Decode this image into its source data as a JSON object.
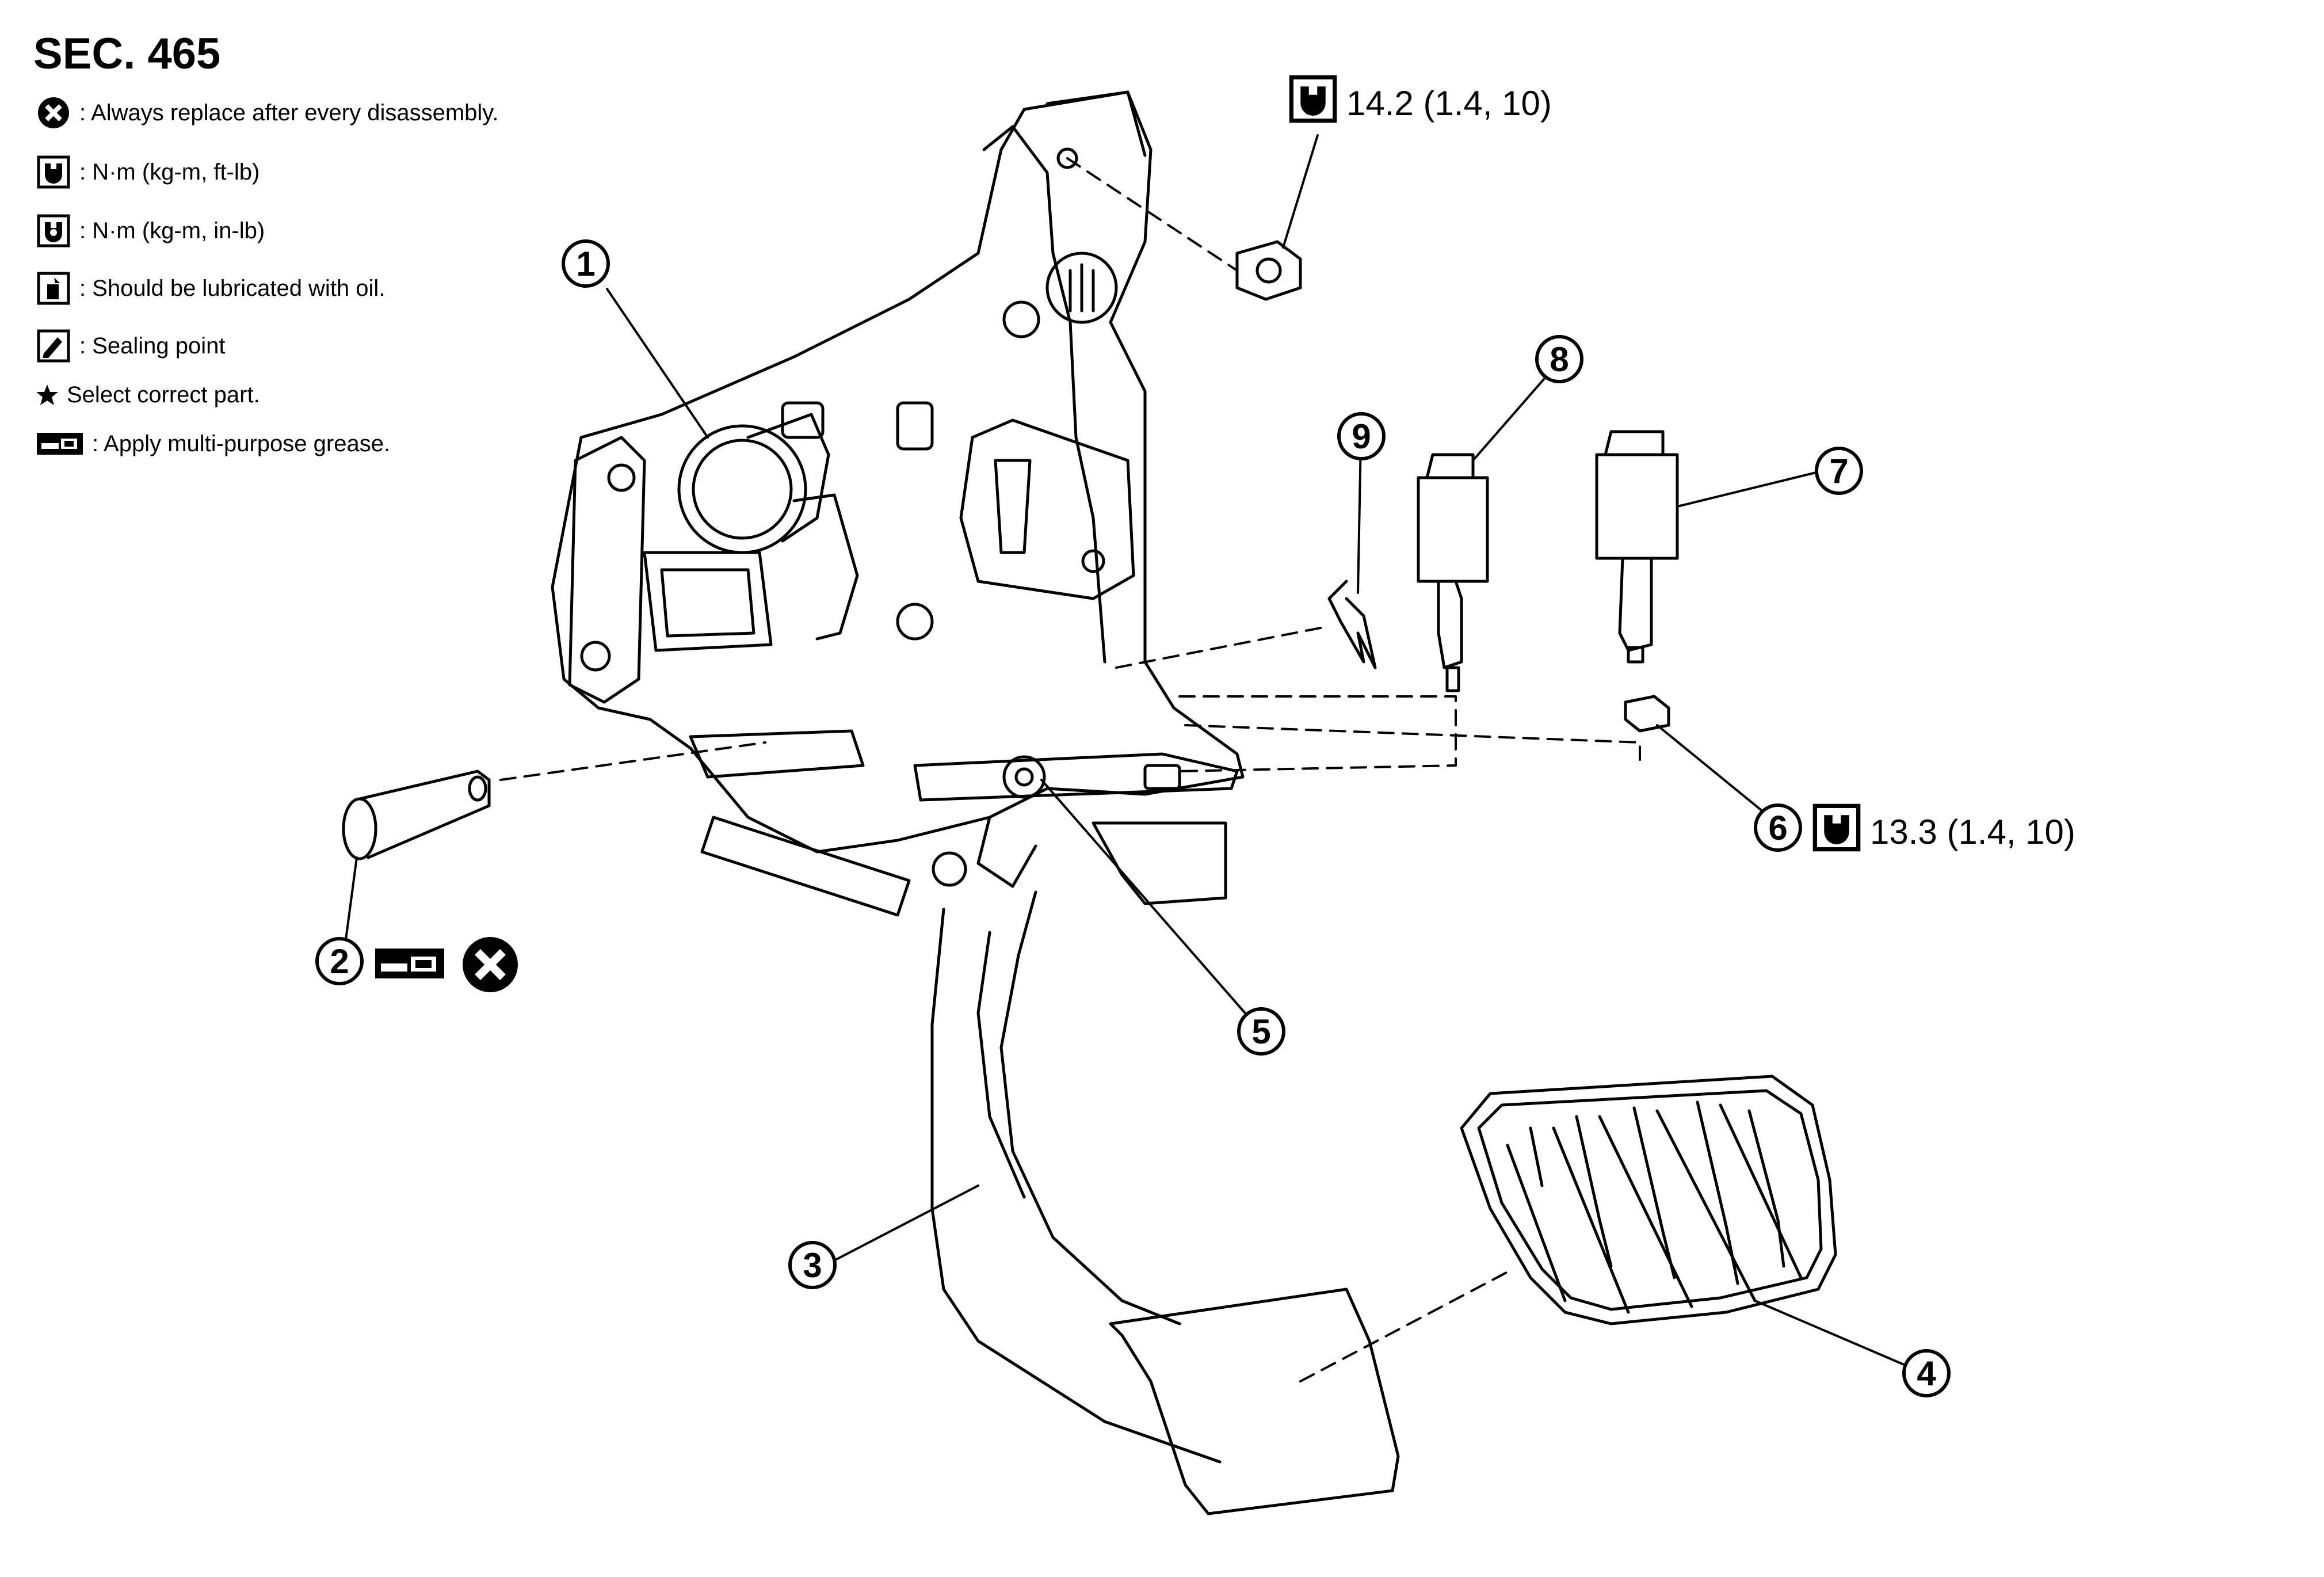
{
  "section": "SEC. 465",
  "legend": [
    {
      "icon": "replace-cross-icon",
      "text": ": Always replace after every disassembly."
    },
    {
      "icon": "torque-ftlb-icon",
      "text": ": N·m (kg-m, ft-lb)"
    },
    {
      "icon": "torque-inlb-icon",
      "text": ": N·m (kg-m, in-lb)"
    },
    {
      "icon": "oil-can-icon",
      "text": ": Should be lubricated with oil."
    },
    {
      "icon": "sealing-point-icon",
      "text": ": Sealing point"
    },
    {
      "icon": "star-icon",
      "text": "Select correct part."
    },
    {
      "icon": "grease-icon",
      "text": ": Apply multi-purpose grease."
    }
  ],
  "callouts": {
    "c1": "1",
    "c2": "2",
    "c3": "3",
    "c4": "4",
    "c5": "5",
    "c6": "6",
    "c7": "7",
    "c8": "8",
    "c9": "9"
  },
  "torque": {
    "top_nut": "14.2 (1.4, 10)",
    "nut_6": "13.3 (1.4, 10)"
  }
}
